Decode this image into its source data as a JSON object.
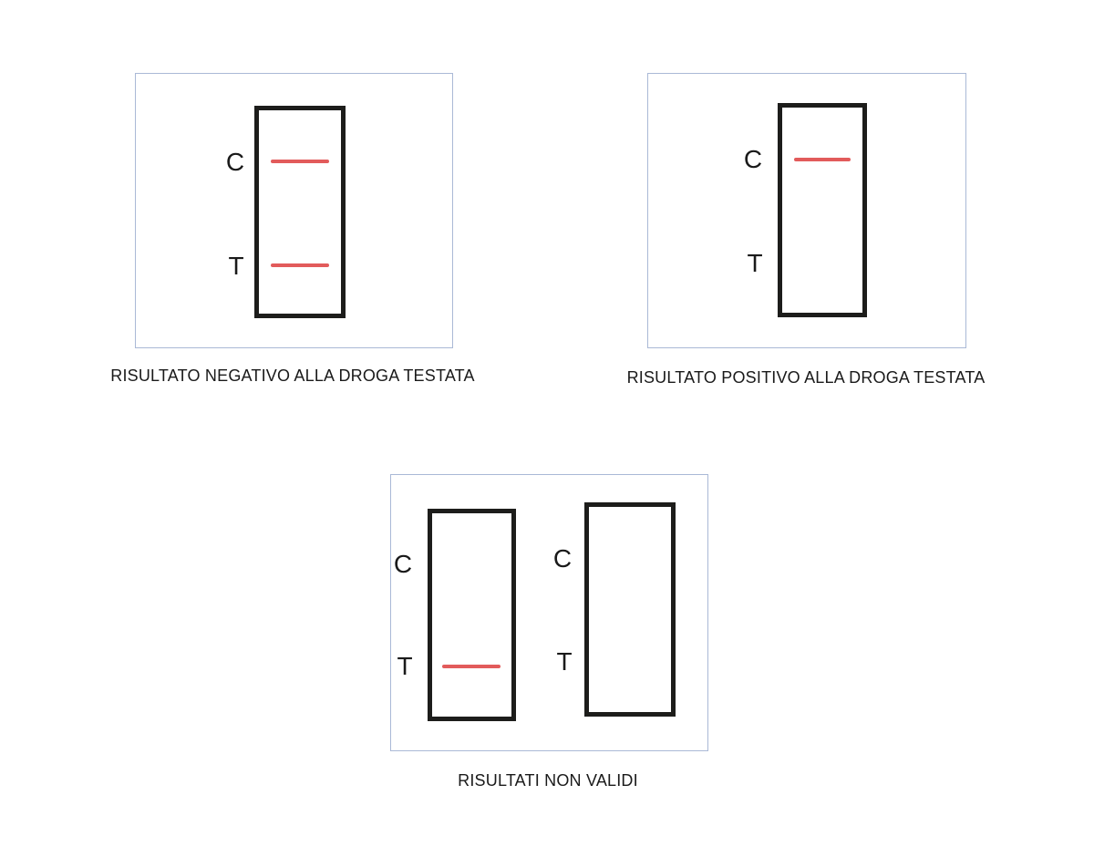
{
  "colors": {
    "panel_border": "#aab9d6",
    "strip_border": "#1d1d1b",
    "result_line": "#e25b5b",
    "text": "#1a1a1a"
  },
  "panels": [
    {
      "caption": "RISULTATO NEGATIVO ALLA DROGA TESTATA",
      "strips": [
        {
          "c_label": "C",
          "t_label": "T",
          "c_line_present": true,
          "t_line_present": true
        }
      ]
    },
    {
      "caption": "RISULTATO POSITIVO ALLA DROGA TESTATA",
      "strips": [
        {
          "c_label": "C",
          "t_label": "T",
          "c_line_present": true,
          "t_line_present": false
        }
      ]
    },
    {
      "caption": "RISULTATI NON VALIDI",
      "strips": [
        {
          "c_label": "C",
          "t_label": "T",
          "c_line_present": false,
          "t_line_present": true
        },
        {
          "c_label": "C",
          "t_label": "T",
          "c_line_present": false,
          "t_line_present": false
        }
      ]
    }
  ]
}
